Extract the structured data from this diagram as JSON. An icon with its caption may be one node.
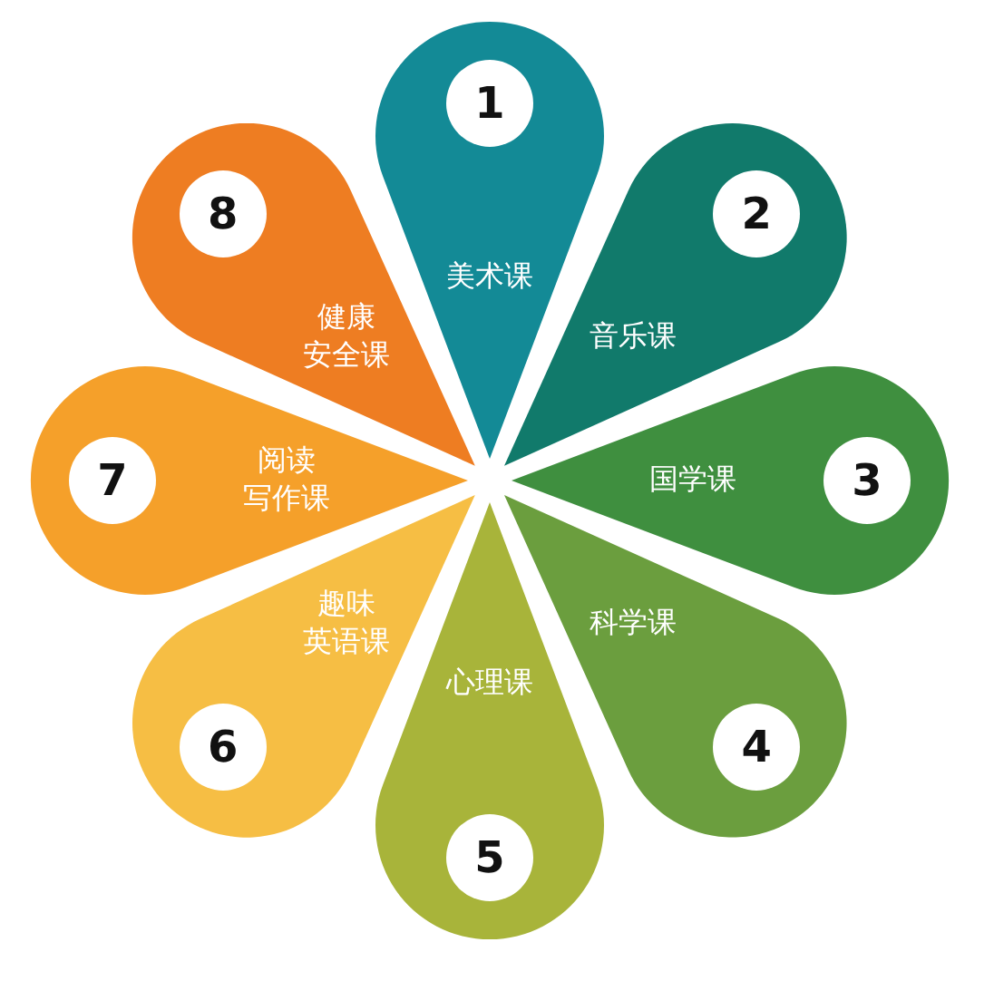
{
  "diagram": {
    "nodes": [
      {
        "text": [
          "1",
          "美术课"
        ]
      },
      {
        "text": [
          "2",
          "音乐课"
        ]
      },
      {
        "text": [
          "国学课",
          "3"
        ]
      },
      {
        "text": [
          "科学课",
          "4"
        ]
      },
      {
        "text": [
          "心理课",
          "5"
        ]
      },
      {
        "text": [
          "趣味英语课",
          "6"
        ]
      },
      {
        "text": [
          "7",
          "阅读写作课"
        ]
      },
      {
        "text": [
          "8",
          "健康安全课"
        ]
      }
    ]
  }
}
